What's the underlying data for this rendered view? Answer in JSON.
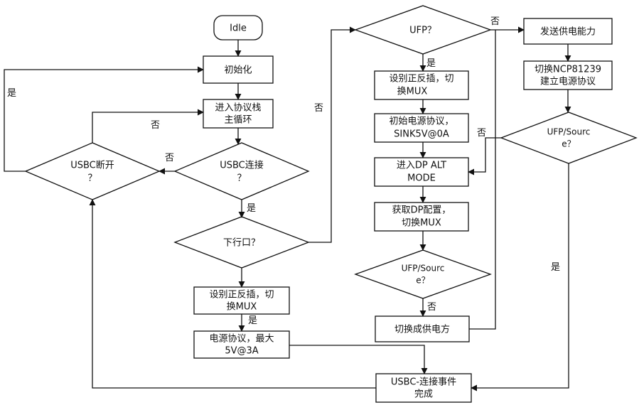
{
  "nodes": {
    "idle": "Idle",
    "init": "初始化",
    "main_loop": [
      "进入协议栈",
      "主循环"
    ],
    "usbc_disconnect": [
      "USBC断开",
      "？"
    ],
    "usbc_connect": [
      "USBC连接",
      "？"
    ],
    "dfp": "下行口？",
    "left_orient": [
      "设别正反插，切",
      "换MUX"
    ],
    "left_power": [
      "电源协议，最大",
      "5V@3A"
    ],
    "ufp1": "UFP？",
    "mid_orient": [
      "设别正反插，切",
      "换MUX"
    ],
    "mid_init_power": [
      "初始电源协议，",
      "SINK5V@0A"
    ],
    "dp_alt": [
      "进入DP ALT",
      "MODE"
    ],
    "dp_config": [
      "获取DP配置，",
      "切换MUX"
    ],
    "ufp_source_mid": [
      "UFP/Sourc",
      "e？"
    ],
    "switch_supply": "切换成供电方",
    "usbc_done": [
      "USBC-连接事件",
      "完成"
    ],
    "send_cap": "发送供电能力",
    "ncp": [
      "切换NCP81239",
      "建立电源协议"
    ],
    "ufp_source_right": [
      "UFP/Sourc",
      "e？"
    ]
  },
  "labels": {
    "yes": "是",
    "no": "否"
  }
}
